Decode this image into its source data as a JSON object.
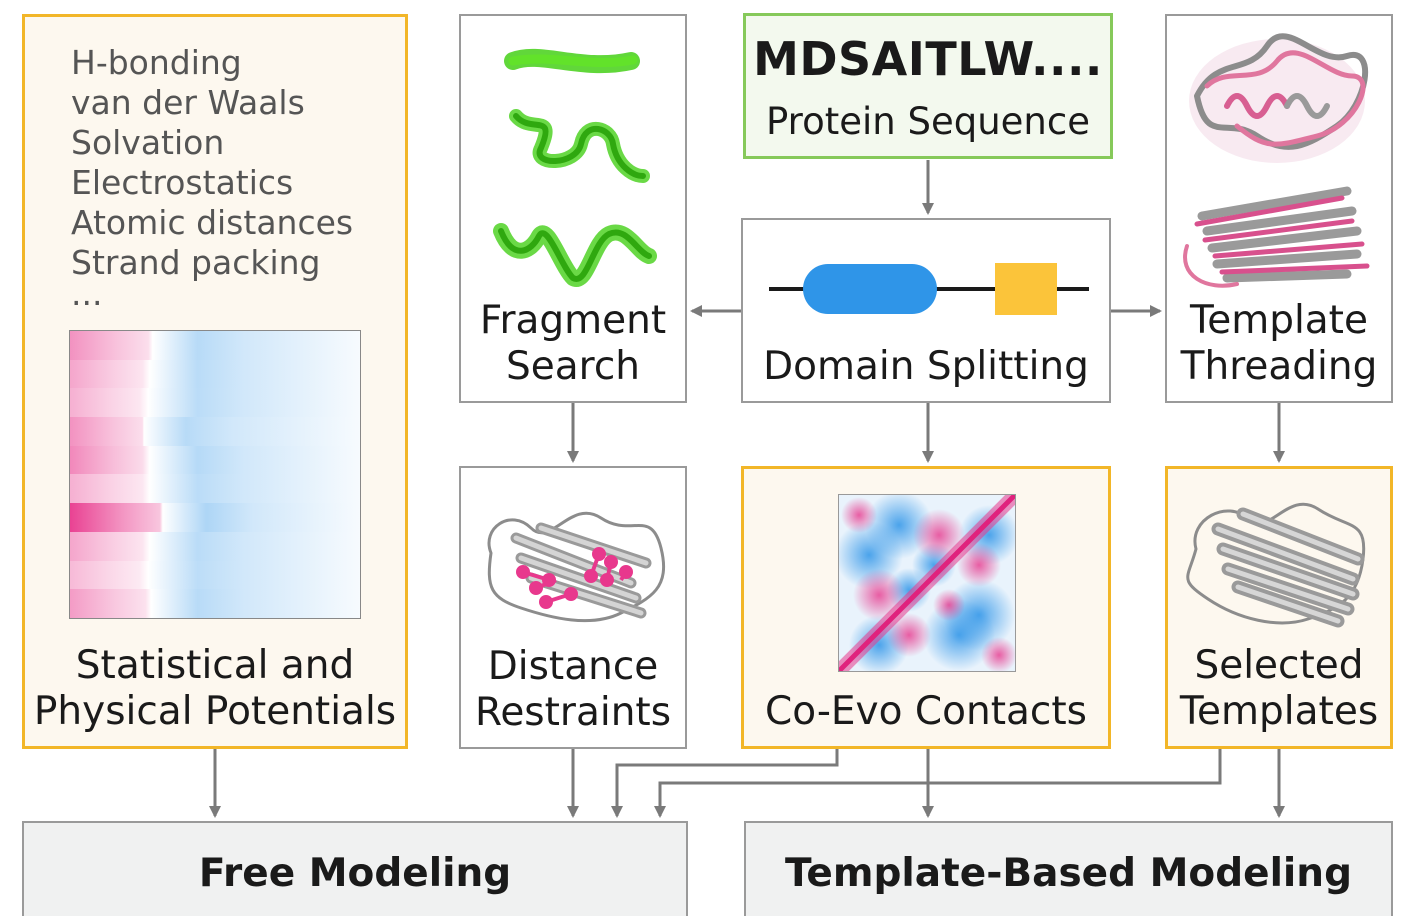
{
  "potentials": {
    "terms": [
      "H-bonding",
      "van der Waals",
      "Solvation",
      "Electrostatics",
      "Atomic distances",
      "Strand packing",
      "..."
    ],
    "label": "Statistical and\nPhysical Potentials",
    "heatmap_rows": [
      {
        "magenta_end": 0.27,
        "blue_start": 0.3,
        "intensity": 0.55
      },
      {
        "magenta_end": 0.25,
        "blue_start": 0.3,
        "intensity": 0.45
      },
      {
        "magenta_end": 0.24,
        "blue_start": 0.3,
        "intensity": 0.4
      },
      {
        "magenta_end": 0.25,
        "blue_start": 0.26,
        "intensity": 0.55
      },
      {
        "magenta_end": 0.25,
        "blue_start": 0.3,
        "intensity": 0.6
      },
      {
        "magenta_end": 0.25,
        "blue_start": 0.3,
        "intensity": 0.4
      },
      {
        "magenta_end": 0.31,
        "blue_start": 0.33,
        "intensity": 0.95
      },
      {
        "magenta_end": 0.25,
        "blue_start": 0.3,
        "intensity": 0.45
      },
      {
        "magenta_end": 0.24,
        "blue_start": 0.3,
        "intensity": 0.35
      },
      {
        "magenta_end": 0.26,
        "blue_start": 0.3,
        "intensity": 0.5
      }
    ]
  },
  "fragment_search": {
    "label": "Fragment\nSearch"
  },
  "sequence": {
    "value": "MDSAITLW....",
    "label": "Protein Sequence"
  },
  "domain_splitting": {
    "label": "Domain Splitting"
  },
  "template_threading": {
    "label": "Template\nThreading"
  },
  "distance_restraints": {
    "label": "Distance\nRestraints"
  },
  "coevo_contacts": {
    "label": "Co-Evo Contacts"
  },
  "selected_templates": {
    "label": "Selected\nTemplates"
  },
  "free_modeling": {
    "label": "Free Modeling"
  },
  "template_based_modeling": {
    "label": "Template-Based Modeling"
  },
  "colors": {
    "gray_border": "#9a9a9a",
    "orange_border": "#f2b628",
    "green_border": "#86c95a",
    "magenta": "#e8388d",
    "blue": "#2f95e8",
    "yellow": "#fbc43a",
    "fragment_green": "#45d018",
    "arrow": "#7a7a7a"
  }
}
